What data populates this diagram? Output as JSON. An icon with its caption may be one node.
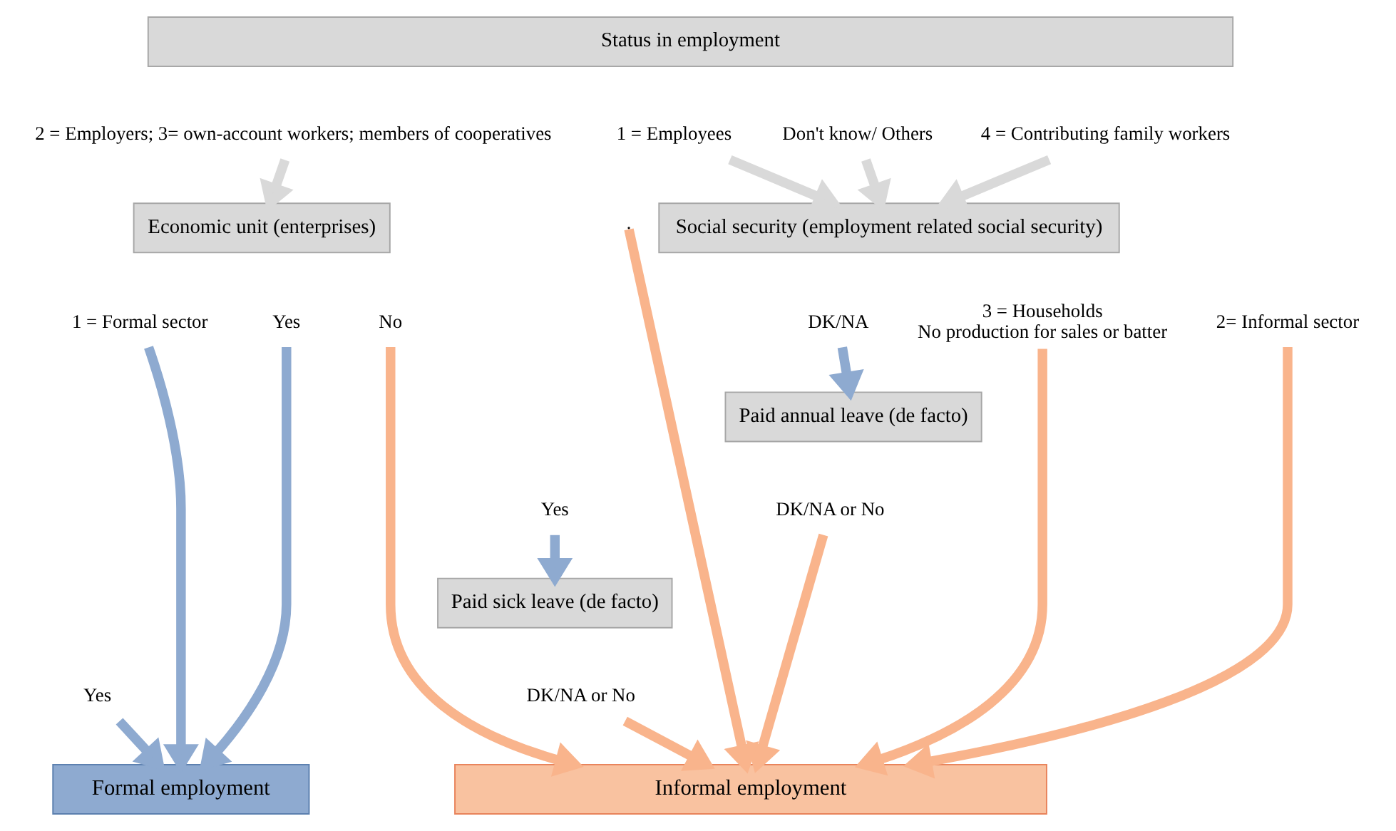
{
  "diagram": {
    "nodes": [
      {
        "text": [
          "Status in employment"
        ]
      },
      {
        "text": [
          "2 = Employers; 3= own-account workers; members of cooperatives"
        ]
      },
      {
        "text": [
          "1 = Employees"
        ]
      },
      {
        "text": [
          "Don't know/ Others"
        ]
      },
      {
        "text": [
          "4 = Contributing family workers"
        ]
      },
      {
        "text": [
          "Economic unit (enterprises)"
        ]
      },
      {
        "text": [
          "Social security (employment related social security)"
        ]
      },
      {
        "text": [
          "1 = Formal sector"
        ]
      },
      {
        "text": [
          "3 = Households",
          "No production for sales or batter"
        ]
      },
      {
        "text": [
          "2= Informal sector"
        ]
      },
      {
        "text": [
          "Yes"
        ]
      },
      {
        "text": [
          "DK/NA"
        ]
      },
      {
        "text": [
          "No"
        ]
      },
      {
        "text": [
          "Paid annual leave (de facto)"
        ]
      },
      {
        "text": [
          "Yes"
        ]
      },
      {
        "text": [
          "DK/NA or No"
        ]
      },
      {
        "text": [
          "Paid sick leave (de facto)"
        ]
      },
      {
        "text": [
          "Yes"
        ]
      },
      {
        "text": [
          "DK/NA or No"
        ]
      },
      {
        "text": [
          "Formal employment"
        ]
      },
      {
        "text": [
          "Informal employment"
        ]
      }
    ],
    "edges": [
      {
        "from": 1,
        "to": 5,
        "arrow": "to",
        "color": "#d9d9d9"
      },
      {
        "from": 2,
        "to": 6,
        "arrow": "to",
        "color": "#d9d9d9"
      },
      {
        "from": 3,
        "to": 6,
        "arrow": "to",
        "color": "#d9d9d9"
      },
      {
        "from": 4,
        "to": 6,
        "arrow": "to",
        "color": "#d9d9d9"
      },
      {
        "from": null,
        "to": 20,
        "arrow": "to"
      },
      {
        "from": 7,
        "to": 19,
        "arrow": "to",
        "color": "#8eaad0"
      },
      {
        "from": 8,
        "to": 20,
        "arrow": "to"
      },
      {
        "from": 9,
        "to": 20,
        "arrow": "to"
      },
      {
        "from": 10,
        "to": 19,
        "arrow": "to",
        "color": "#8eaad0"
      },
      {
        "from": 11,
        "to": 13,
        "arrow": "to",
        "color": "#8eaad0"
      },
      {
        "from": 12,
        "to": 20,
        "arrow": "to"
      },
      {
        "from": 14,
        "to": 16,
        "arrow": "to",
        "color": "#8eaad0"
      },
      {
        "from": 15,
        "to": 20,
        "arrow": "to"
      },
      {
        "from": 17,
        "to": 19,
        "arrow": "to",
        "color": "#8eaad0"
      },
      {
        "from": 18,
        "to": 20,
        "arrow": "to"
      }
    ]
  }
}
